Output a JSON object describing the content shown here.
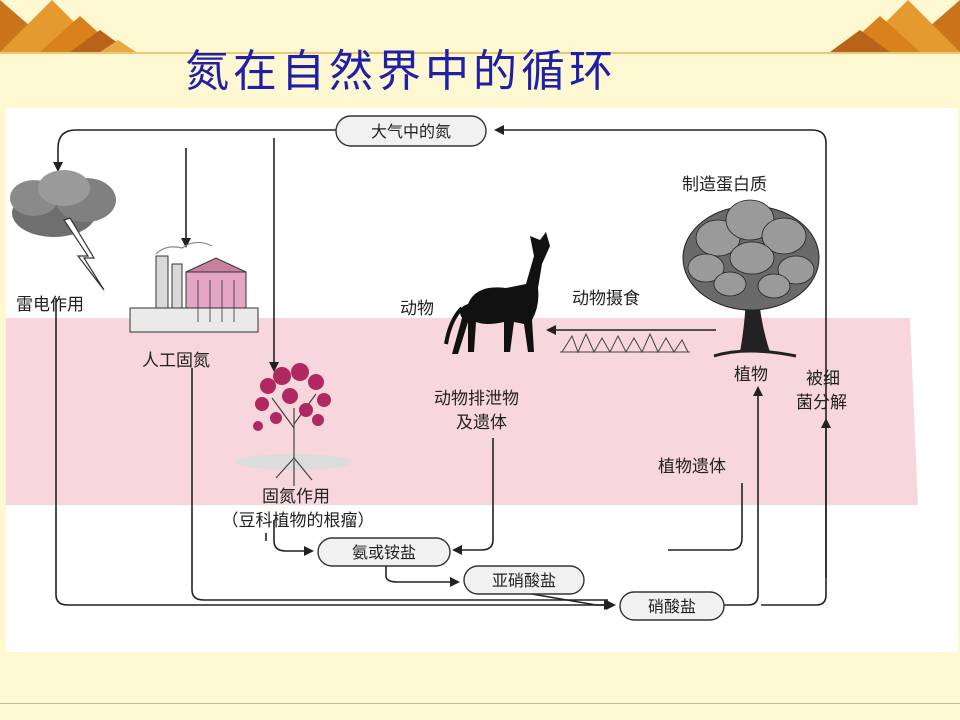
{
  "slide": {
    "title": "氮在自然界中的循环"
  },
  "diagram": {
    "nodes": {
      "atmosphere": "大气中的氮",
      "ammonia": "氨或铵盐",
      "nitrite": "亚硝酸盐",
      "nitrate": "硝酸盐"
    },
    "labels": {
      "lightning": "雷电作用",
      "industrial": "人工固氮",
      "biological_line1": "固氮作用",
      "biological_line2": "（豆科植物的根瘤）",
      "animal": "动物",
      "feeding": "动物摄食",
      "protein": "制造蛋白质",
      "plant": "植物",
      "bacteria_line1": "被细",
      "bacteria_line2": "菌分解",
      "excretion_line1": "动物排泄物",
      "excretion_line2": "及遗体",
      "plant_remains": "植物遗体"
    },
    "icons": [
      "storm-cloud-icon",
      "factory-icon",
      "legume-plant-icon",
      "horse-icon",
      "tree-icon",
      "grass-icon"
    ],
    "colors": {
      "title": "#1f1fa8",
      "ground_band": "#f7d6dd",
      "header_triangle": "#d9811c",
      "arrow": "#222222"
    }
  }
}
